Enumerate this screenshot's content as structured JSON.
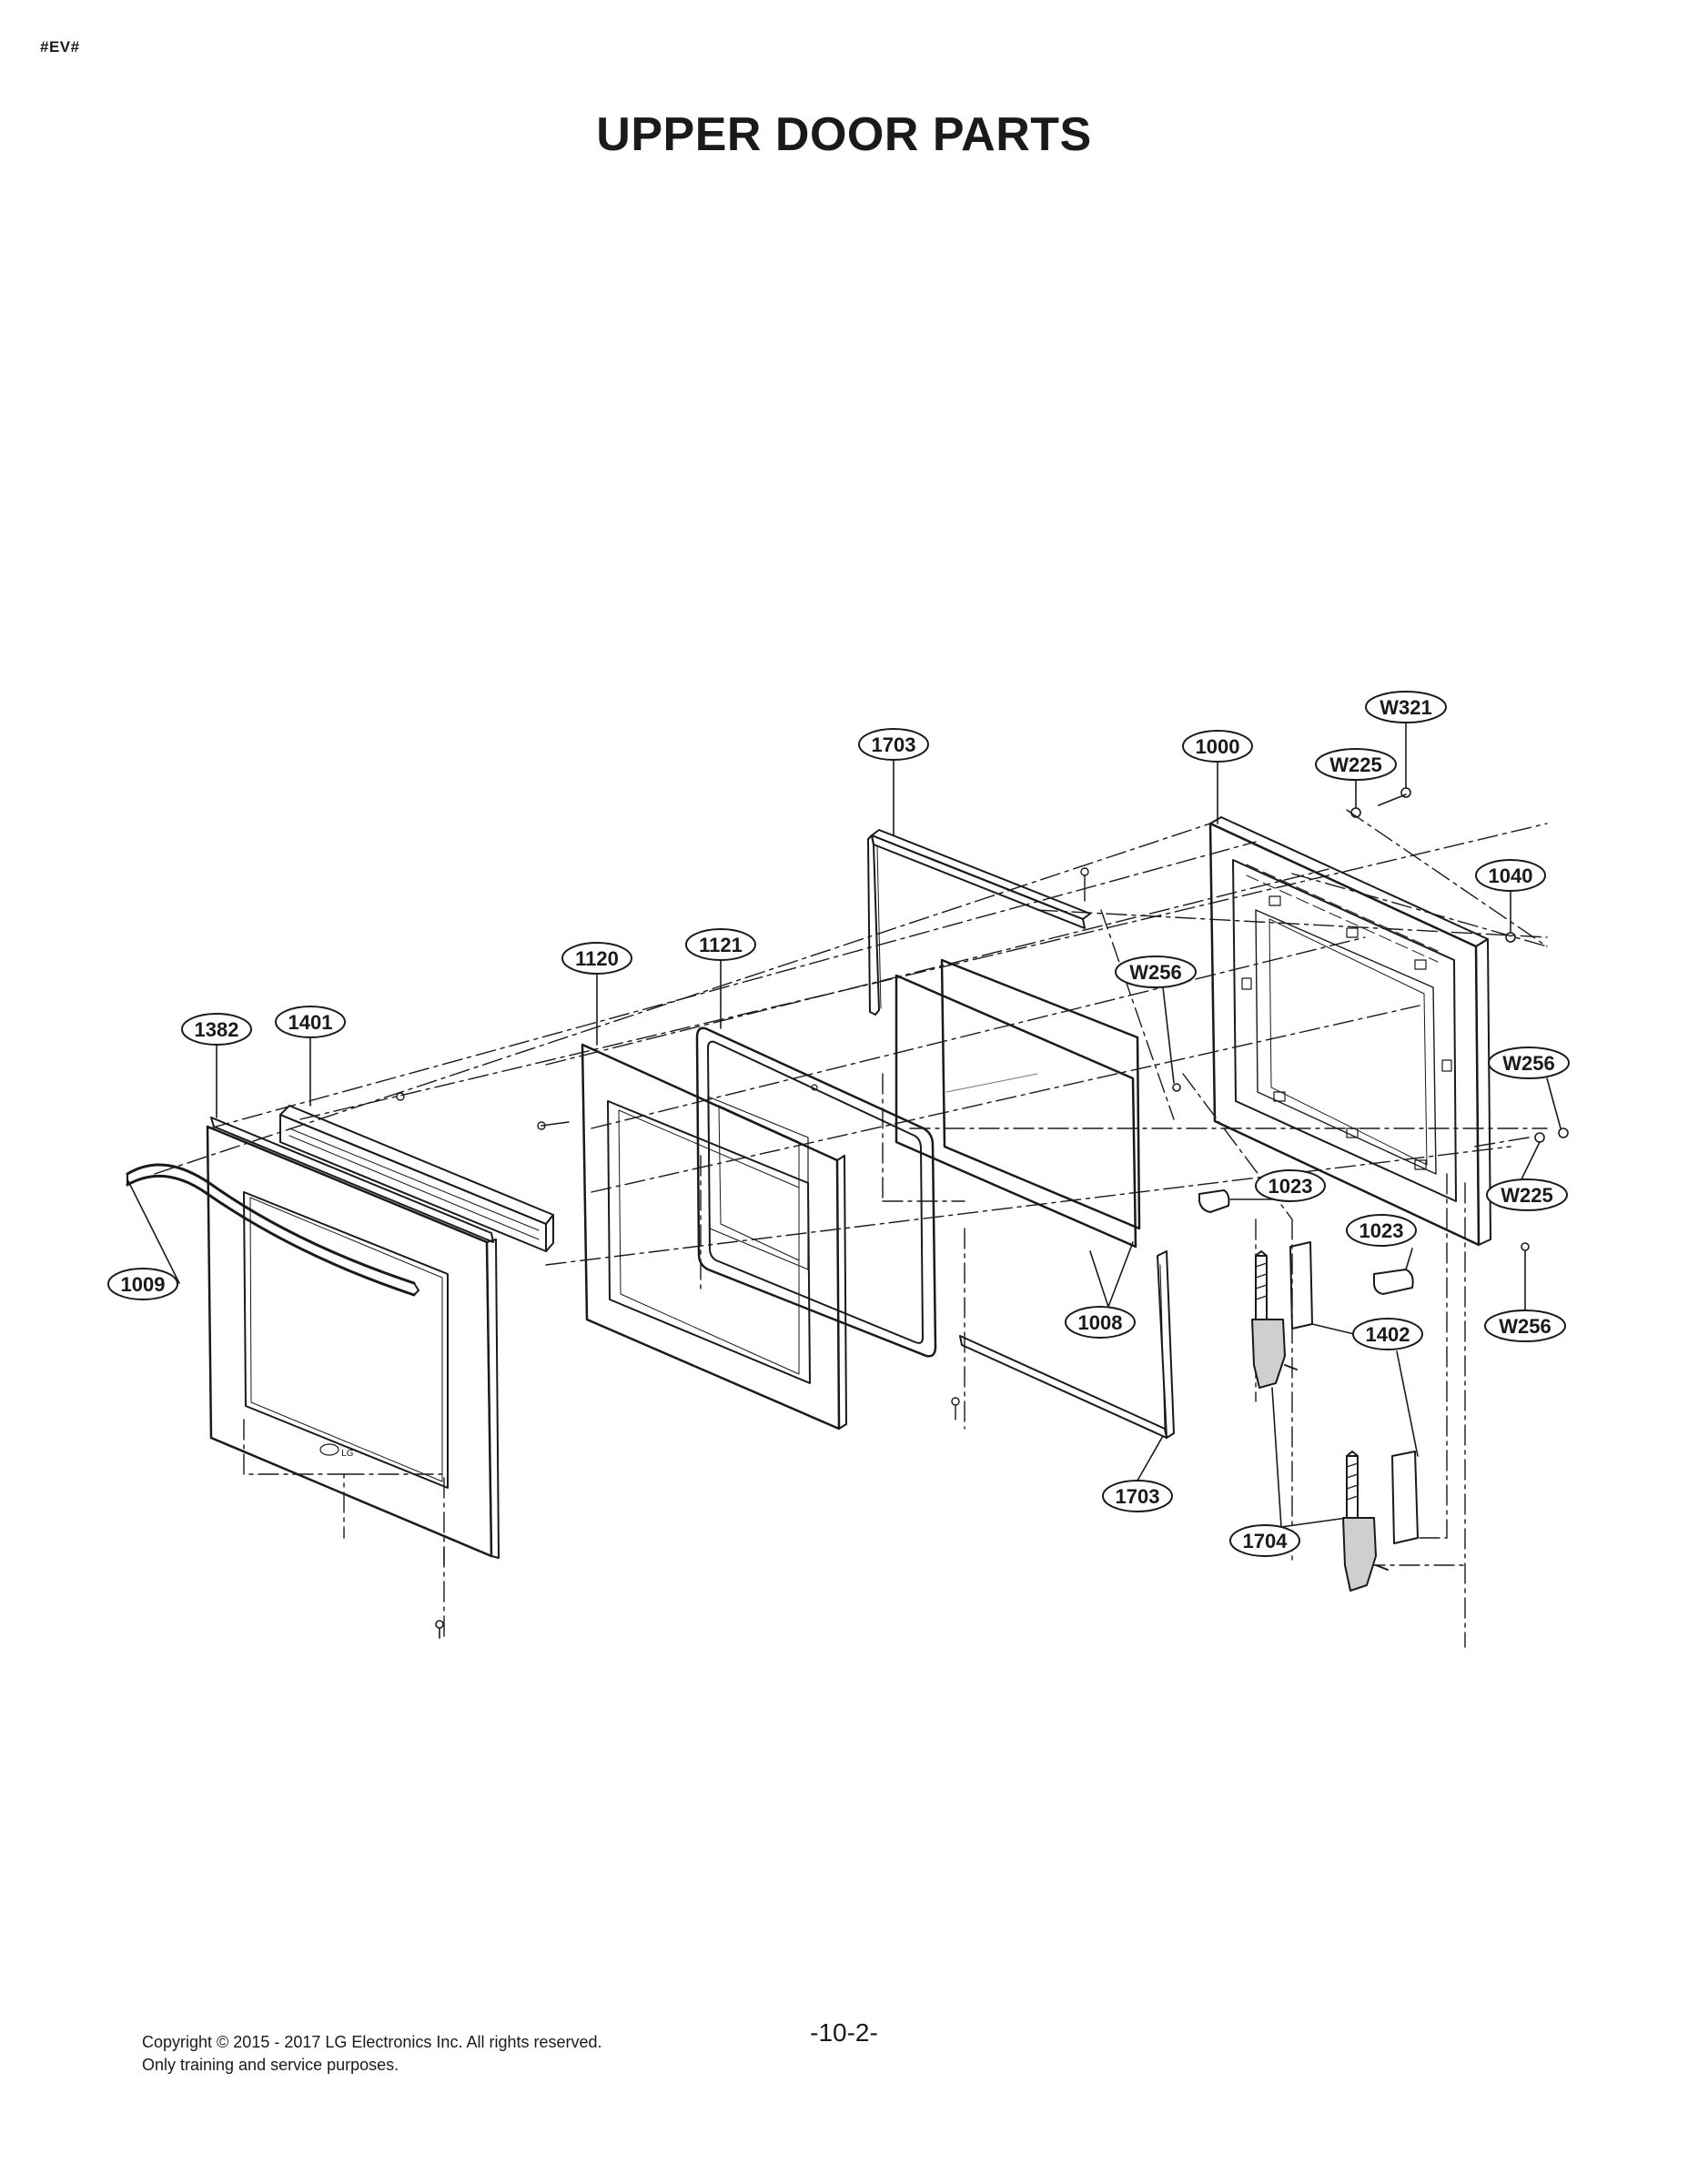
{
  "header": {
    "doc_code": "#EV#",
    "title": "UPPER DOOR PARTS"
  },
  "diagram": {
    "callouts": [
      {
        "id": "1703-top",
        "label": "1703"
      },
      {
        "id": "1000",
        "label": "1000"
      },
      {
        "id": "W321",
        "label": "W321"
      },
      {
        "id": "W225-top",
        "label": "W225"
      },
      {
        "id": "1040",
        "label": "1040"
      },
      {
        "id": "1121",
        "label": "1121"
      },
      {
        "id": "1120",
        "label": "1120"
      },
      {
        "id": "W256-mid",
        "label": "W256"
      },
      {
        "id": "1382",
        "label": "1382"
      },
      {
        "id": "1401",
        "label": "1401"
      },
      {
        "id": "W256-right",
        "label": "W256"
      },
      {
        "id": "1023-a",
        "label": "1023"
      },
      {
        "id": "W225-right",
        "label": "W225"
      },
      {
        "id": "1023-b",
        "label": "1023"
      },
      {
        "id": "1009",
        "label": "1009"
      },
      {
        "id": "1008",
        "label": "1008"
      },
      {
        "id": "1402",
        "label": "1402"
      },
      {
        "id": "W256-bottom",
        "label": "W256"
      },
      {
        "id": "1703-bottom",
        "label": "1703"
      },
      {
        "id": "1704",
        "label": "1704"
      }
    ]
  },
  "footer": {
    "page_number": "-10-2-",
    "copyright_line1": "Copyright © 2015 - 2017 LG Electronics Inc. All rights reserved.",
    "copyright_line2": "Only training and service purposes."
  }
}
